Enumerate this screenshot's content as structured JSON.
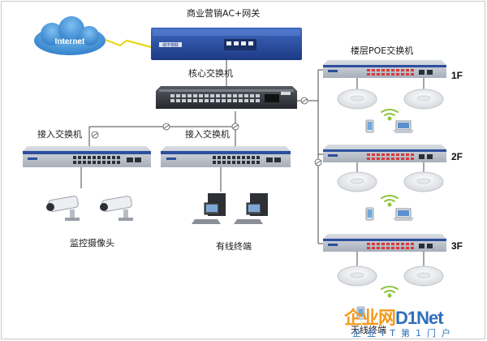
{
  "title": "商业营销AC+网关",
  "internet": "Internet",
  "core_switch": "核心交换机",
  "access_switch_1": "接入交换机",
  "access_switch_2": "接入交换机",
  "poe_switch": "楼层POE交换机",
  "floors": [
    "1F",
    "2F",
    "3F"
  ],
  "camera": "监控摄像头",
  "wired_terminal": "有线终端",
  "wireless_terminal": "无线终端",
  "brand_small": "城市物联",
  "watermark": {
    "part1": "企业网",
    "part2": "D1Net",
    "sub": "企业IT第1门户"
  },
  "colors": {
    "device_blue": "#2c4f9e",
    "cloud": "#3a8fd6",
    "link_green": "#8cc63f"
  }
}
